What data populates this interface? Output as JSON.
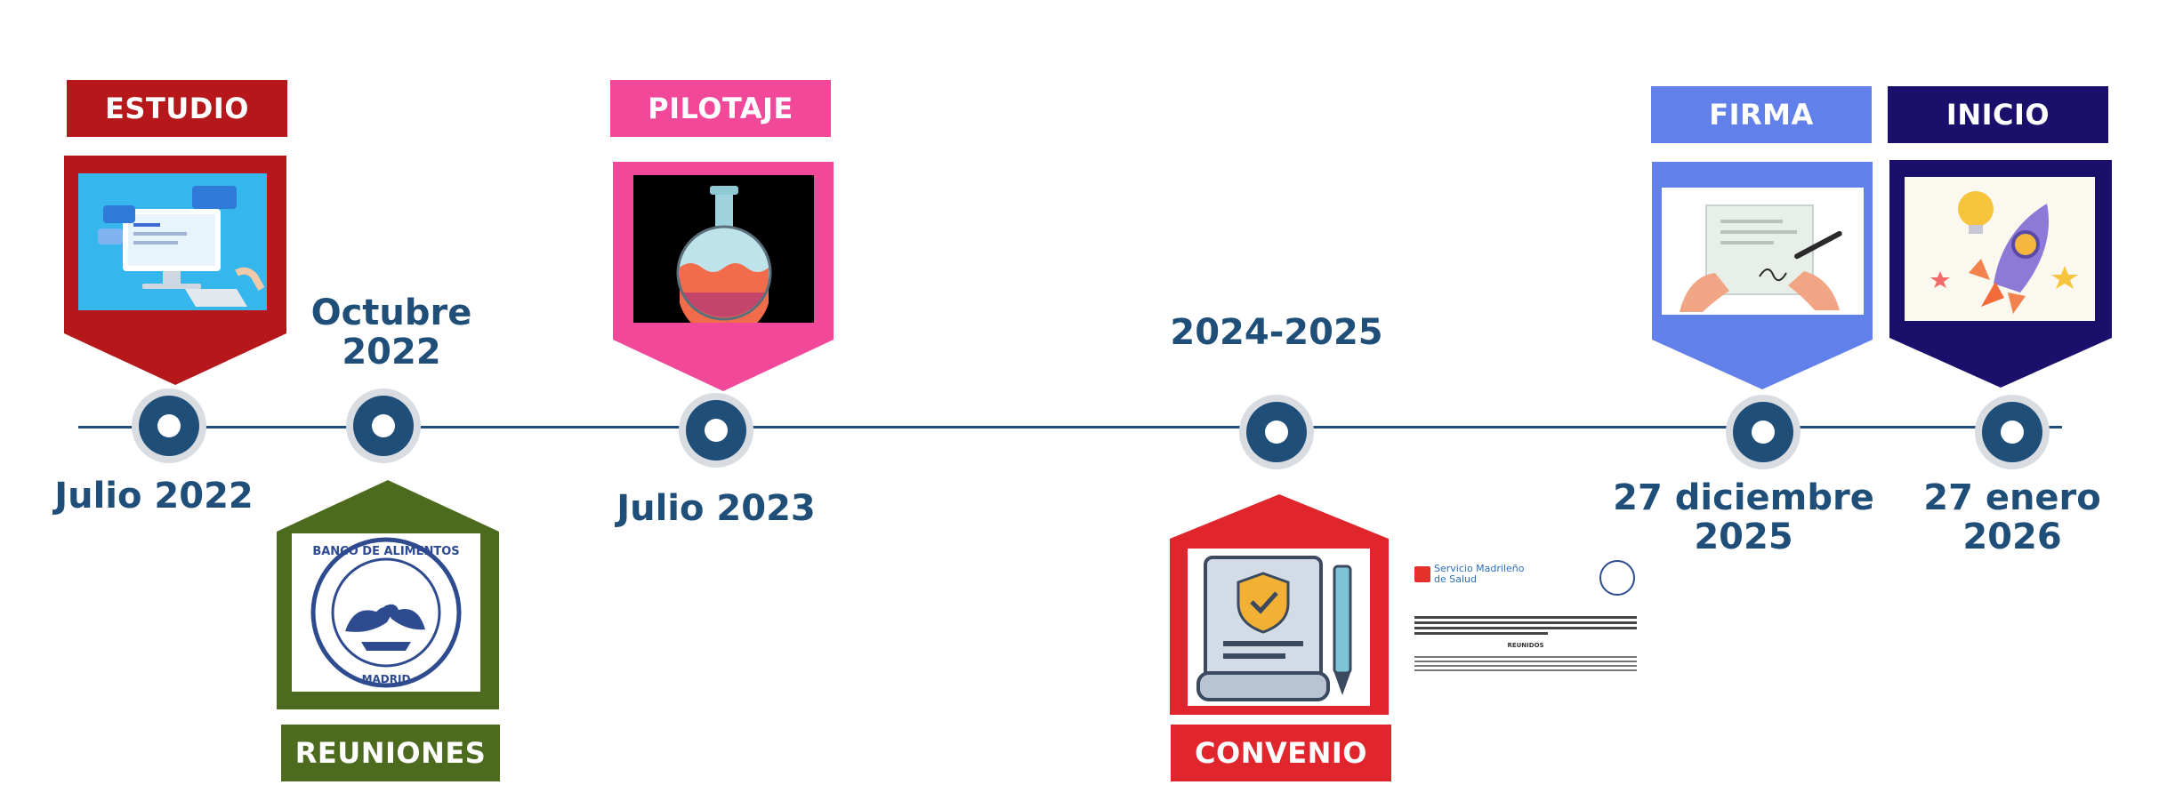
{
  "colors": {
    "line": "#1f4e79",
    "estudio": "#b5171b",
    "pilotaje": "#f1489a",
    "reuniones": "#4d6b1f",
    "convenio": "#e0262c",
    "firma": "#6280ea",
    "inicio": "#1a0f6b"
  },
  "milestones": [
    {
      "label": "ESTUDIO",
      "date": "Julio 2022",
      "icon": "computer-icon"
    },
    {
      "label": "REUNIONES",
      "date_line1": "Octubre",
      "date_line2": "2022",
      "icon": "banco-alimentos-logo"
    },
    {
      "label": "PILOTAJE",
      "date": "Julio 2023",
      "icon": "flask-icon"
    },
    {
      "label": "CONVENIO",
      "date": "2024-2025",
      "icon": "certificate-icon"
    },
    {
      "label": "FIRMA",
      "date_line1": "27 diciembre",
      "date_line2": "2025",
      "icon": "signing-icon"
    },
    {
      "label": "INICIO",
      "date_line1": "27 enero",
      "date_line2": "2026",
      "icon": "rocket-icon"
    }
  ],
  "logo_text": {
    "banco_top": "BANCO DE ALIMENTOS",
    "banco_bottom": "MADRID"
  },
  "document": {
    "brand_line1": "Servicio Madrileño",
    "brand_line2": "de Salud",
    "section": "REUNIDOS"
  }
}
